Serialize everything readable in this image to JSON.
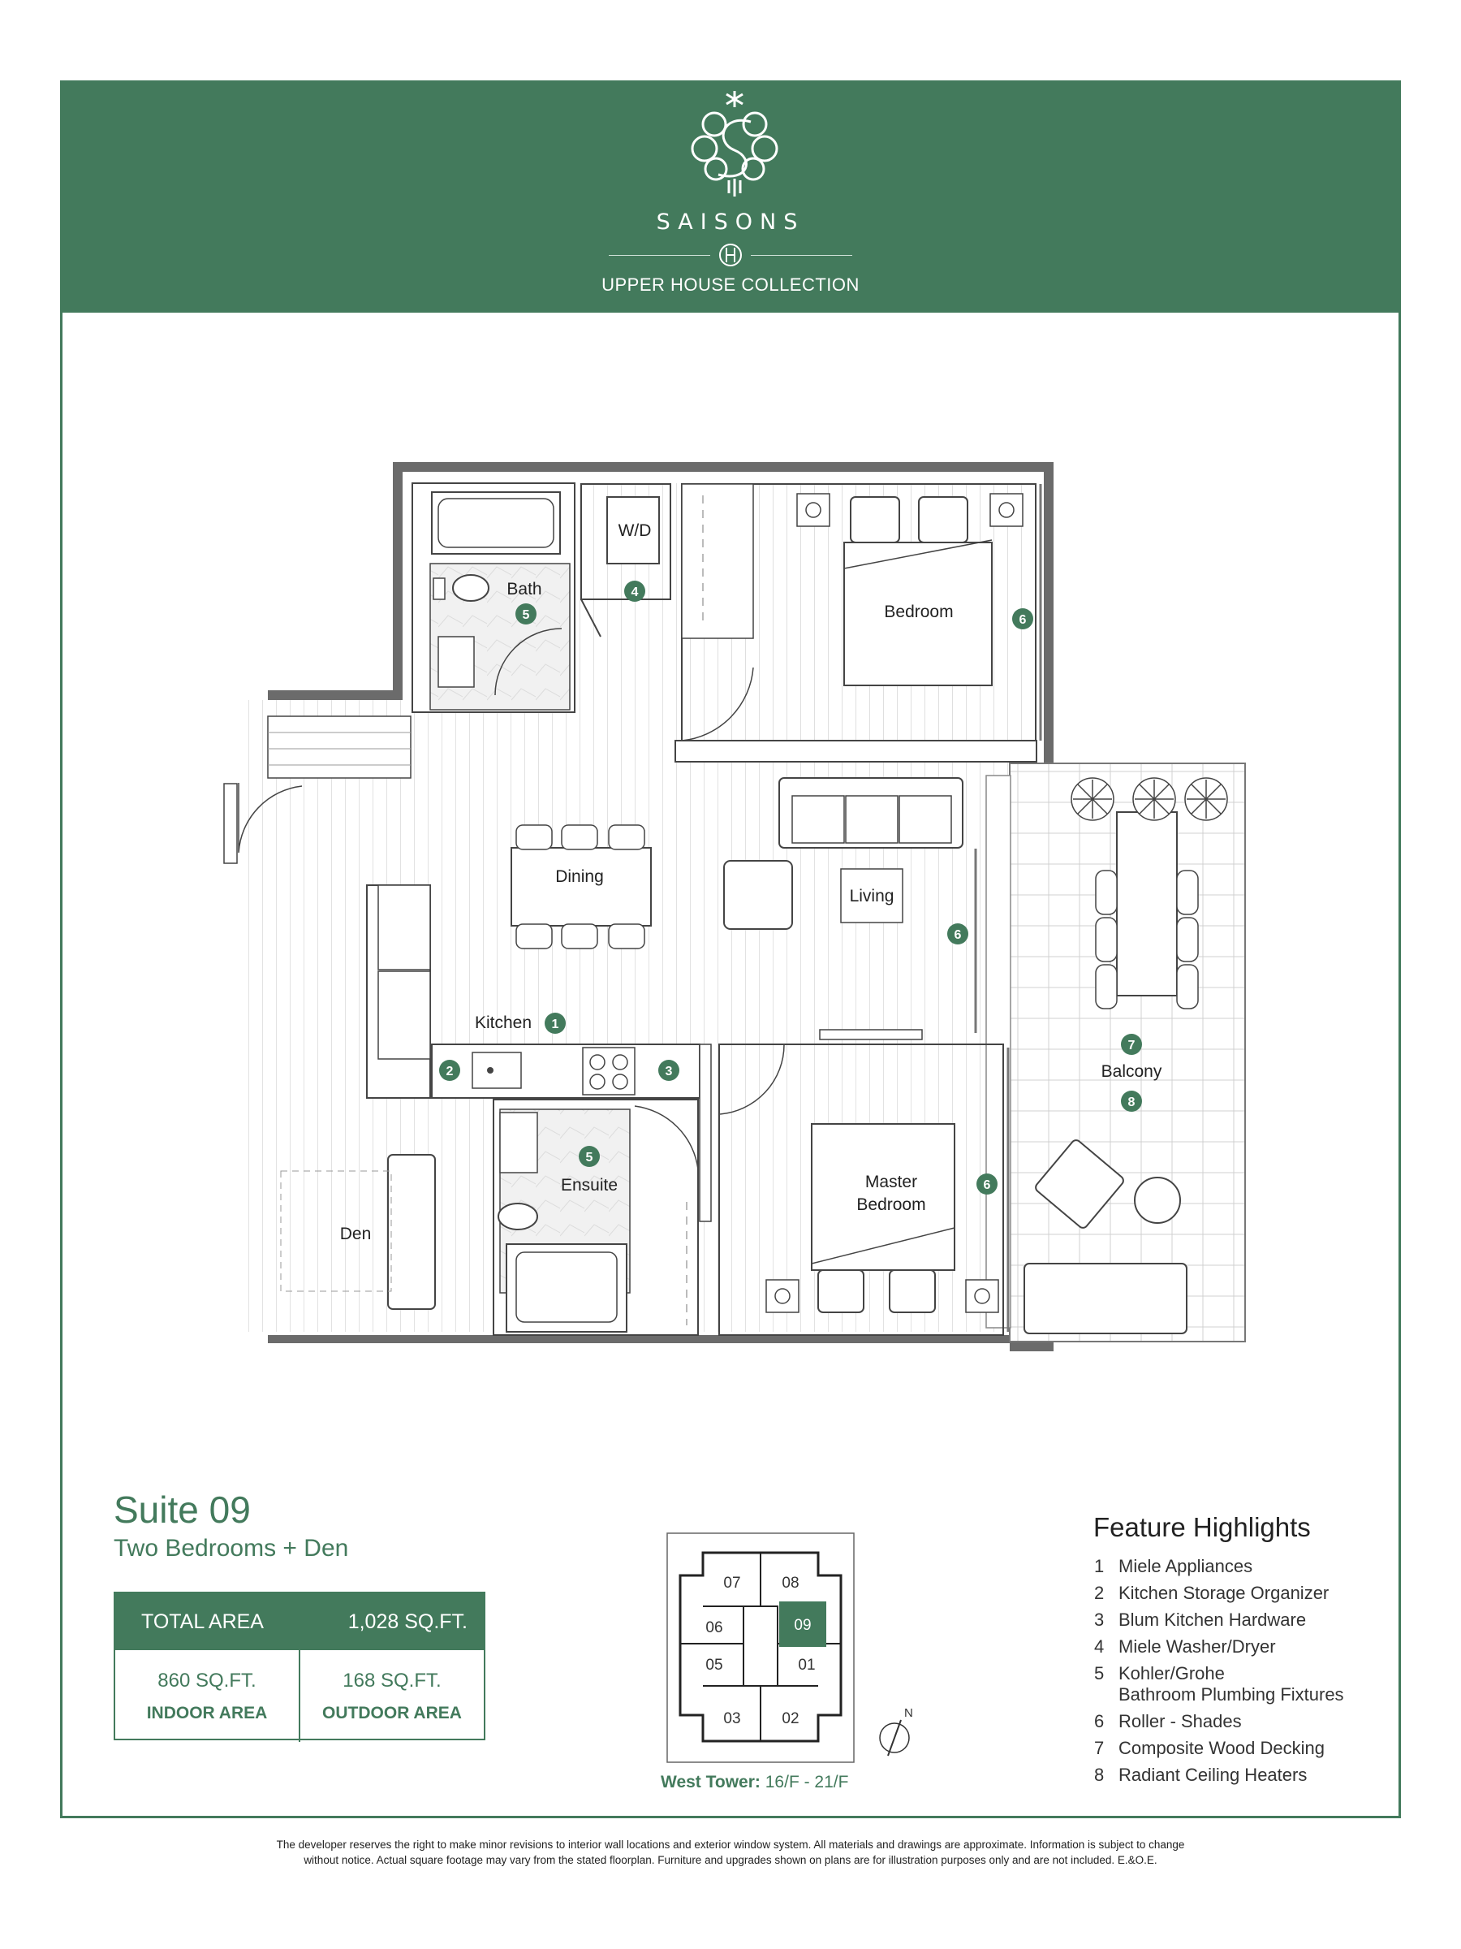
{
  "brand": {
    "name": "SAISONS",
    "collection": "UPPER HOUSE COLLECTION"
  },
  "plan": {
    "rooms": {
      "bath": "Bath",
      "wd": "W/D",
      "bedroom": "Bedroom",
      "dining": "Dining",
      "living": "Living",
      "kitchen": "Kitchen",
      "ensuite": "Ensuite",
      "den": "Den",
      "master_line1": "Master",
      "master_line2": "Bedroom",
      "balcony": "Balcony"
    },
    "badges": [
      "1",
      "2",
      "3",
      "4",
      "5",
      "6",
      "7",
      "8"
    ]
  },
  "suite": {
    "title": "Suite 09",
    "type": "Two Bedrooms + Den",
    "total_label": "TOTAL AREA",
    "total_value": "1,028 SQ.FT.",
    "indoor_value": "860 SQ.FT.",
    "indoor_label": "INDOOR AREA",
    "outdoor_value": "168 SQ.FT.",
    "outdoor_label": "OUTDOOR AREA"
  },
  "key_plan": {
    "units": [
      "07",
      "08",
      "06",
      "09",
      "05",
      "01",
      "03",
      "02"
    ],
    "highlighted": "09",
    "north": "N",
    "tower_label": "West Tower:",
    "floors": "16/F - 21/F"
  },
  "features": {
    "title": "Feature Highlights",
    "items": [
      {
        "n": "1",
        "text": "Miele Appliances"
      },
      {
        "n": "2",
        "text": "Kitchen Storage Organizer"
      },
      {
        "n": "3",
        "text": "Blum Kitchen Hardware"
      },
      {
        "n": "4",
        "text": "Miele Washer/Dryer"
      },
      {
        "n": "5",
        "text": "Kohler/Grohe",
        "text2": "Bathroom Plumbing Fixtures"
      },
      {
        "n": "6",
        "text": "Roller - Shades"
      },
      {
        "n": "7",
        "text": "Composite Wood Decking"
      },
      {
        "n": "8",
        "text": "Radiant Ceiling Heaters"
      }
    ]
  },
  "disclaimer": {
    "line1": "The developer reserves the right to make minor revisions to interior wall locations and exterior window system. All materials and drawings are approximate. Information is subject to change",
    "line2": "without notice. Actual square footage may vary from the stated floorplan. Furniture and upgrades shown on plans are for illustration purposes only and are not included. E.&O.E."
  },
  "colors": {
    "brand_green": "#437a5c",
    "wall_gray": "#6b6b6b"
  }
}
